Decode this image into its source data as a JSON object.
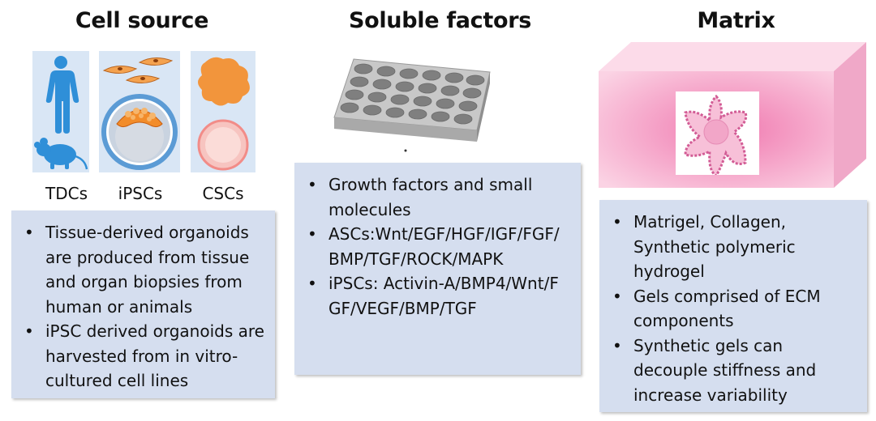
{
  "columns": [
    {
      "heading": "Cell source",
      "labels": [
        "TDCs",
        "iPSCs",
        "CSCs"
      ],
      "bullets": [
        "Tissue-derived organoids are produced from tissue and organ biopsies from human or animals",
        "iPSC derived organoids are harvested from in vitro-cultured cell lines"
      ]
    },
    {
      "heading": "Soluble factors",
      "bullets": [
        "Growth factors and small molecules",
        "ASCs:Wnt/EGF/HGF/IGF/FGF/BMP/TGF/ROCK/MAPK",
        "iPSCs: Activin-A/BMP4/Wnt/FGF/VEGF/BMP/TGF"
      ]
    },
    {
      "heading": "Matrix",
      "bullets": [
        "Matrigel, Collagen, Synthetic polymeric hydrogel",
        "Gels comprised of ECM components",
        "Synthetic gels can decouple stiffness and increase variability"
      ]
    }
  ],
  "colors": {
    "box_fill": "#d5deef",
    "panel_fill": "#d9e6f5",
    "figure_blue": "#2f8fd8",
    "cell_orange": "#f4a24f",
    "matrix_pink": "#f9c8dc"
  },
  "icons": [
    "human-icon",
    "mouse-icon",
    "fibroblast-cells-icon",
    "embryo-icon",
    "tumor-cell-icon",
    "stem-cell-icon",
    "well-plate-icon",
    "matrix-block-icon",
    "organoid-icon"
  ]
}
